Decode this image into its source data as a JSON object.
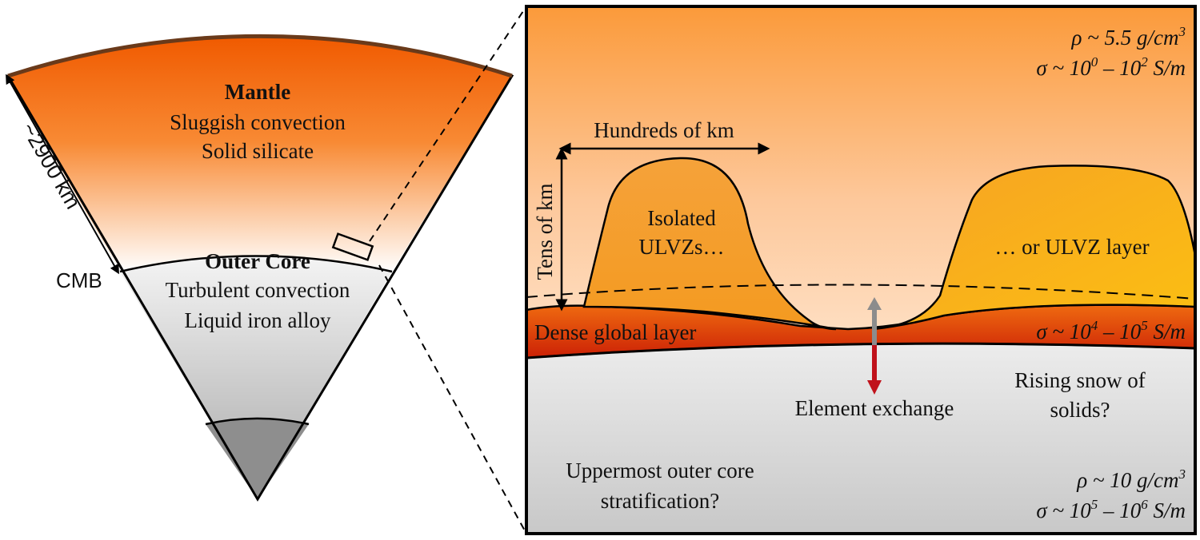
{
  "wedge": {
    "mantle_title": "Mantle",
    "mantle_line1": "Sluggish convection",
    "mantle_line2": "Solid silicate",
    "core_title": "Outer Core",
    "core_line1": "Turbulent convection",
    "core_line2": "Liquid iron alloy",
    "thickness_label": "~2900 km",
    "cmb_label": "CMB"
  },
  "zoom": {
    "mantle_density_prefix": "ρ ~ 5.5 g/cm",
    "mantle_density_exp": "3",
    "mantle_cond_a": "σ ~ 10",
    "mantle_cond_a_exp": "0",
    "mantle_cond_mid": " – 10",
    "mantle_cond_b_exp": "2",
    "mantle_cond_unit": " S/m",
    "hundreds_label": "Hundreds of km",
    "tens_label": "Tens of  km",
    "isolated_line1": "Isolated",
    "isolated_line2": "ULVZs…",
    "layer_label": "… or ULVZ layer",
    "dense_label": "Dense global layer",
    "dense_cond_a": "σ ~ 10",
    "dense_cond_a_exp": "4",
    "dense_cond_mid": " – 10",
    "dense_cond_b_exp": "5",
    "dense_cond_unit": " S/m",
    "exchange_label": "Element exchange",
    "snow_line1": "Rising snow of",
    "snow_line2": "solids?",
    "strat_line1": "Uppermost outer core",
    "strat_line2": "stratification?",
    "core_density_prefix": "ρ ~ 10 g/cm",
    "core_density_exp": "3",
    "core_cond_a": "σ ~ 10",
    "core_cond_a_exp": "5",
    "core_cond_mid": " – 10",
    "core_cond_b_exp": "6",
    "core_cond_unit": " S/m"
  },
  "colors": {
    "mantle_top": "#f26a06",
    "mantle_bottom": "#ffffff",
    "core_top": "#f2f2f2",
    "core_bottom": "#9c9c9c",
    "ulvz": "#f8a81c",
    "dense_layer": "#d5300a",
    "arrow_up": "#8c8c8c",
    "arrow_down": "#c0121b"
  }
}
